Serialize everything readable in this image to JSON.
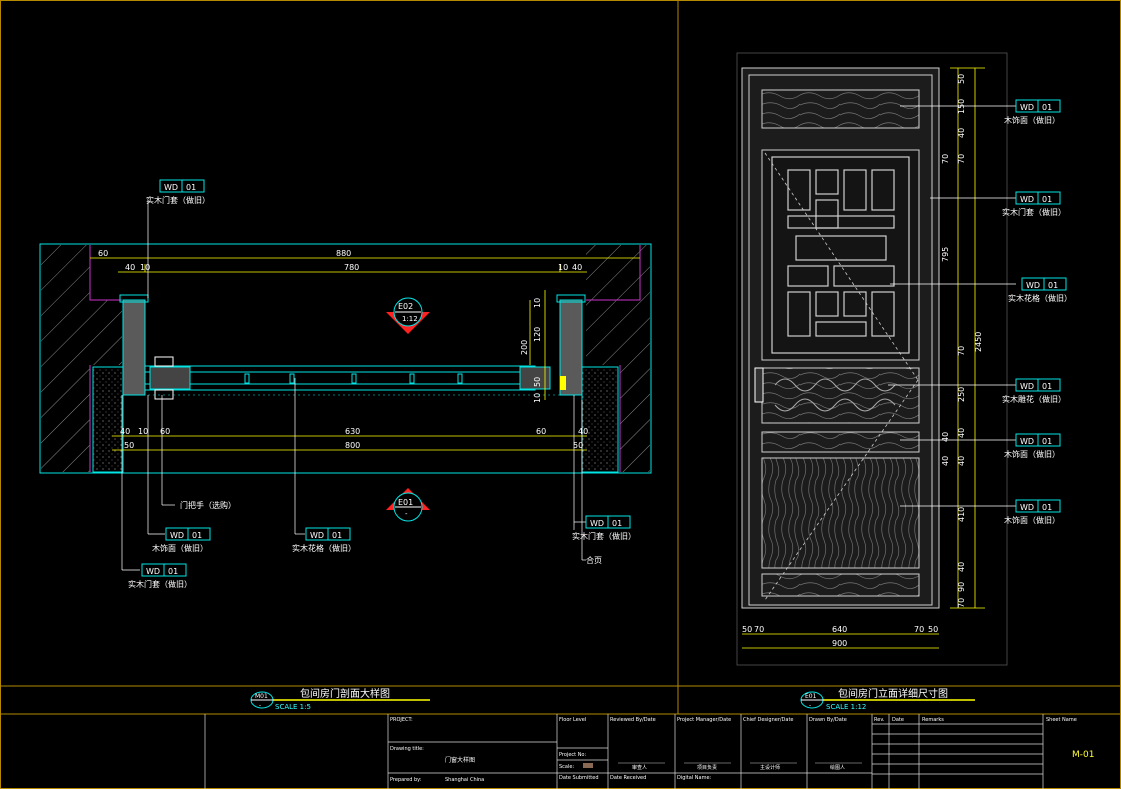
{
  "colors": {
    "frame": "#b58a00",
    "cyan": "#00e5e5",
    "magenta": "#cc33cc",
    "yellow": "#ffff00",
    "white": "#ffffff",
    "grey": "#9a9a9a",
    "red": "#ff2222"
  },
  "section_view": {
    "title": "包间房门剖面大样图",
    "scale": "SCALE 1:5",
    "ref_code": "M01",
    "ref_sub": "-",
    "dims_top": {
      "total": "880",
      "left_a": "60",
      "left_b": "40",
      "left_c": "10",
      "mid": "780",
      "right_b": "10",
      "right_c": "40"
    },
    "dims_bottom": {
      "l1": "40",
      "l2": "10",
      "l3": "60",
      "mid": "630",
      "r3": "60",
      "r1": "40",
      "mid2": "800",
      "l50": "50",
      "r50": "50"
    },
    "dims_side": {
      "a": "10",
      "b": "120",
      "c": "200",
      "d": "50",
      "e": "10"
    },
    "elev_top": {
      "code": "E02",
      "sub": "1:12"
    },
    "elev_bottom": {
      "code": "E01",
      "sub": "-"
    },
    "tags": [
      {
        "code": "WD",
        "num": "01",
        "label": "实木门套（做旧）"
      },
      {
        "code": "WD",
        "num": "01",
        "label": "木饰面（做旧）"
      },
      {
        "code": "WD",
        "num": "01",
        "label": "实木花格（做旧）"
      },
      {
        "code": "WD",
        "num": "01",
        "label": "实木门套（做旧）"
      },
      {
        "code": "WD",
        "num": "01",
        "label": "实木门套（做旧）"
      }
    ],
    "notes": {
      "handle": "门把手（选购）",
      "hinge": "合页"
    }
  },
  "elevation_view": {
    "title": "包间房门立面详细尺寸图",
    "scale": "SCALE 1:12",
    "ref_code": "E01",
    "ref_sub": "-",
    "dims_right": [
      "50",
      "150",
      "40",
      "70",
      "70",
      "795",
      "70",
      "250",
      "40",
      "40",
      "410",
      "40",
      "90",
      "70",
      "2450",
      "40",
      "40"
    ],
    "dims_bottom": {
      "a": "50",
      "b": "70",
      "mid": "640",
      "c": "70",
      "d": "50",
      "total": "900"
    },
    "tags": [
      {
        "code": "WD",
        "num": "01",
        "label": "木饰面（做旧）"
      },
      {
        "code": "WD",
        "num": "01",
        "label": "实木门套（做旧）"
      },
      {
        "code": "WD",
        "num": "01",
        "label": "实木花格（做旧）"
      },
      {
        "code": "WD",
        "num": "01",
        "label": "实木雕花（做旧）"
      },
      {
        "code": "WD",
        "num": "01",
        "label": "木饰面（做旧）"
      },
      {
        "code": "WD",
        "num": "01",
        "label": "木饰面（做旧）"
      }
    ]
  },
  "title_block": {
    "project": "PROJECT:",
    "drawing_title_label": "Drawing title:",
    "drawing_title": "门窗大样图",
    "prepared_by_label": "Prepared by:",
    "prepared_by": "Shanghai China",
    "floor_level": "Floor Level",
    "project_no": "Project No:",
    "scale_label": "Scale:",
    "date_submitted": "Date Submitted",
    "reviewed_by": "Reviewed By/Date",
    "reviewer": "审查人",
    "date_received": "Date Received",
    "pm": "Project Manager/Date",
    "pm_name": "项目负责",
    "digital_name": "Digital Name:",
    "chief": "Chief Designer/Date",
    "chief_name": "主设计师",
    "drawn": "Drawn By/Date",
    "drawn_name": "绘图人",
    "rev": "Rev.",
    "date": "Date",
    "remarks": "Remarks",
    "sheet_name": "Sheet Name",
    "sheet_no": "M-01"
  }
}
